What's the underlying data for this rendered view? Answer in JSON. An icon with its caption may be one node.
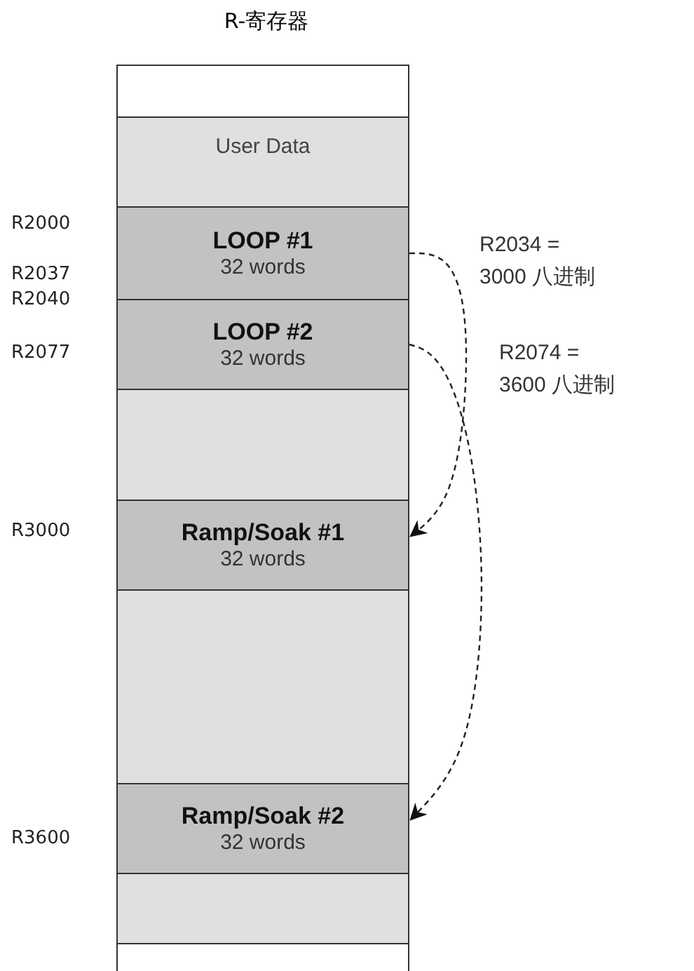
{
  "diagram": {
    "title": "R-寄存器",
    "nodes": [
      {
        "text": [],
        "shape": "box"
      },
      {
        "text": [
          "User Data"
        ]
      },
      {
        "text": [
          "LOOP #1",
          "32 words"
        ]
      },
      {
        "text": [
          "LOOP #2",
          "32 words"
        ]
      },
      {
        "text": [],
        "shape": "box"
      },
      {
        "text": [
          "Ramp/Soak #1",
          "32 words"
        ]
      },
      {
        "text": [],
        "shape": "box"
      },
      {
        "text": [
          "Ramp/Soak #2",
          "32 words"
        ]
      },
      {
        "text": [],
        "shape": "box"
      },
      {
        "text": [],
        "shape": "box"
      }
    ],
    "edges": [
      {
        "from": 2,
        "to": 5,
        "arrow": "to",
        "style": "dashed",
        "label": "R2034 = 3000 八进制"
      },
      {
        "from": 3,
        "to": 7,
        "arrow": "to",
        "style": "dashed",
        "label": "R2074 = 3600 八进制"
      }
    ],
    "labels": [
      "R2000",
      "R2037",
      "R2040",
      "R2077",
      "R3000",
      "R3600"
    ]
  }
}
